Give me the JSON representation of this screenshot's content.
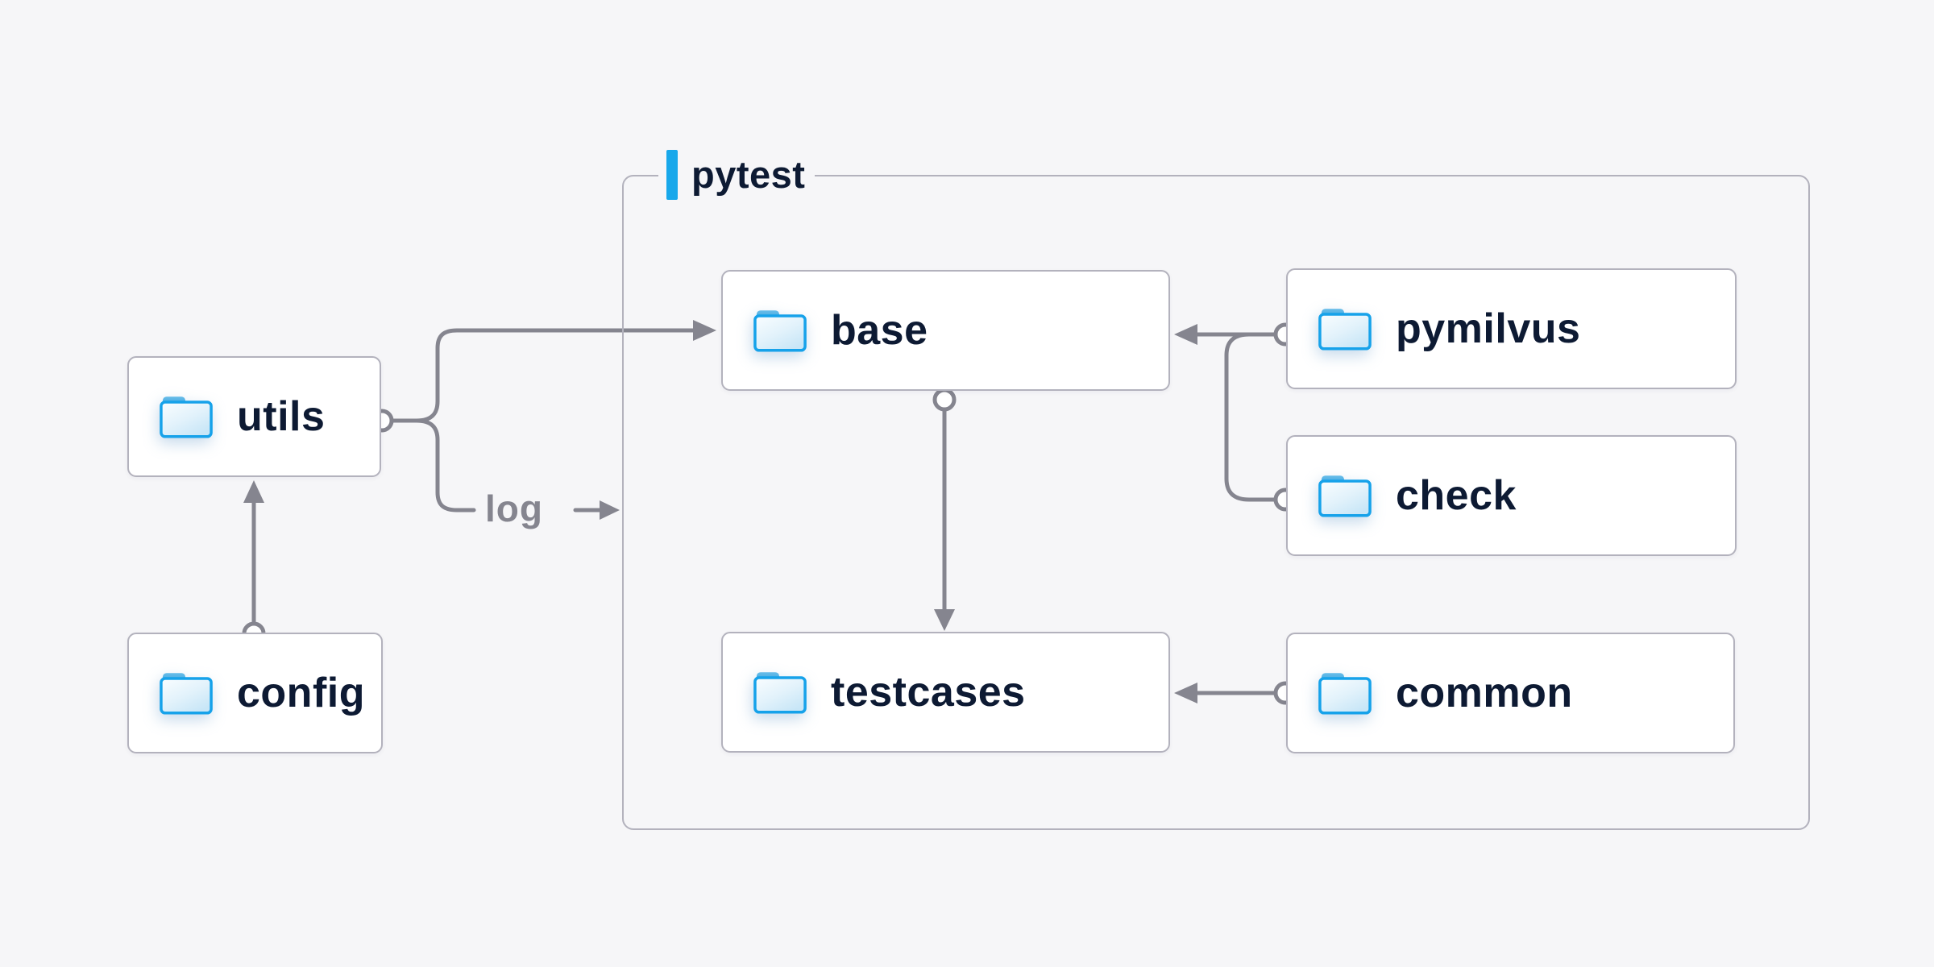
{
  "diagram": {
    "group": {
      "label": "pytest"
    },
    "nodes": {
      "utils": "utils",
      "config": "config",
      "base": "base",
      "testcases": "testcases",
      "pymilvus": "pymilvus",
      "check": "check",
      "common": "common"
    },
    "edges": {
      "log_label": "log"
    },
    "colors": {
      "background": "#f6f6f8",
      "node_fill": "#ffffff",
      "node_border": "#b3b2bd",
      "connector_gray": "#85858f",
      "accent_blue": "#18a8eb",
      "folder_outline_blue": "#16a2ea",
      "label_navy": "#0d1a33",
      "edge_label_gray": "#85858f"
    }
  }
}
